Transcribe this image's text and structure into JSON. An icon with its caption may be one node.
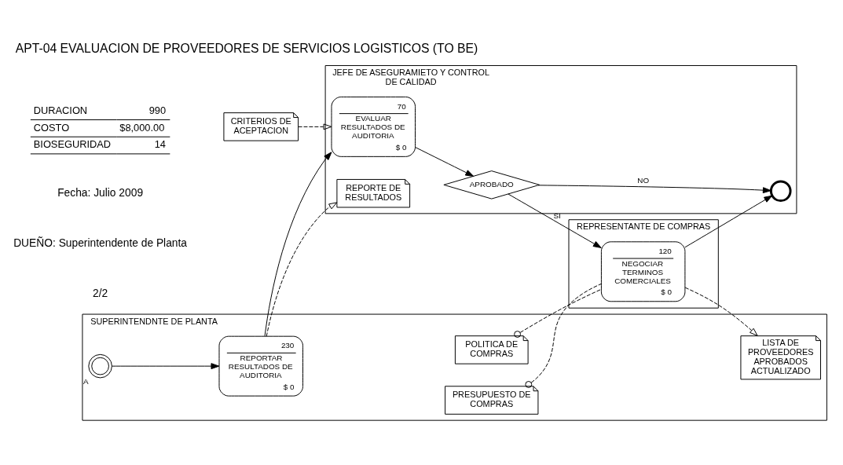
{
  "diagram": {
    "title": "APT-04 EVALUACION DE PROVEEDORES DE SERVICIOS LOGISTICOS (TO BE)",
    "nodes": [
      {
        "text": [
          "REPRESENTANTE DE COMPRAS"
        ]
      },
      {
        "text": [
          "SUPERINTENDNTE DE PLANTA"
        ]
      },
      {
        "text": [
          "JEFE DE ASEGURAMIETO Y CONTROL DE CALIDAD"
        ]
      },
      {
        "text": [
          "120",
          "NEGOCIAR TERMINOS COMERCIALES",
          "$ 0"
        ],
        "in": 0
      },
      {
        "text": [],
        "shape": "circle",
        "beside": [
          "A"
        ],
        "in": 1
      },
      {
        "text": [
          "230",
          "REPORTAR RESULTADOS DE AUDITORIA",
          "$ 0"
        ],
        "in": 1
      },
      {
        "text": [
          "POLITICA DE COMPRAS"
        ],
        "in": 1
      },
      {
        "text": [
          "LISTA DE PROVEEDORES APROBADOS ACTUALIZADO"
        ],
        "in": 1
      },
      {
        "text": [
          "PRESUPUESTO DE COMPRAS"
        ],
        "in": 1
      },
      {
        "text": [
          "REPORTE DE RESULTADOS"
        ],
        "in": 2
      },
      {
        "text": [
          "70",
          "EVALUAR RESULTADOS DE AUDITORIA",
          "$ 0"
        ],
        "in": 2
      },
      {
        "text": [
          "APROBADO"
        ],
        "in": 2
      },
      {
        "text": [],
        "shape": "circle",
        "in": 2
      },
      {
        "text": [
          "CRITERIOS DE ACEPTACION"
        ]
      }
    ],
    "edges": [
      {
        "from": 4,
        "to": 5,
        "arrow": "to"
      },
      {
        "from": 5,
        "to": 10,
        "arrow": "to"
      },
      {
        "from": 10,
        "to": 11,
        "arrow": "to"
      },
      {
        "from": 11,
        "to": 3,
        "arrow": "to",
        "label": "SI"
      },
      {
        "from": 11,
        "to": 12,
        "arrow": "to",
        "label": "NO"
      },
      {
        "from": 3,
        "to": 12,
        "arrow": "to"
      },
      {
        "from": 6,
        "to": 3,
        "arrow": "other",
        "style": "dashed"
      },
      {
        "from": 3,
        "to": 7,
        "arrow": "to",
        "style": "dashed"
      },
      {
        "from": 8,
        "to": 3,
        "arrow": "other",
        "style": "dashed"
      },
      {
        "from": 5,
        "to": 9,
        "arrow": "to",
        "style": "dashed"
      },
      {
        "from": 13,
        "to": 10,
        "arrow": "to",
        "style": "dashed"
      }
    ],
    "labels": [
      "2/2",
      "DUEÑO: Superintendente de Planta",
      "Fecha: Julio 2009",
      "DURACION",
      "990",
      "COSTO",
      "$8,000.00",
      "BIOSEGURIDAD",
      "14"
    ]
  }
}
